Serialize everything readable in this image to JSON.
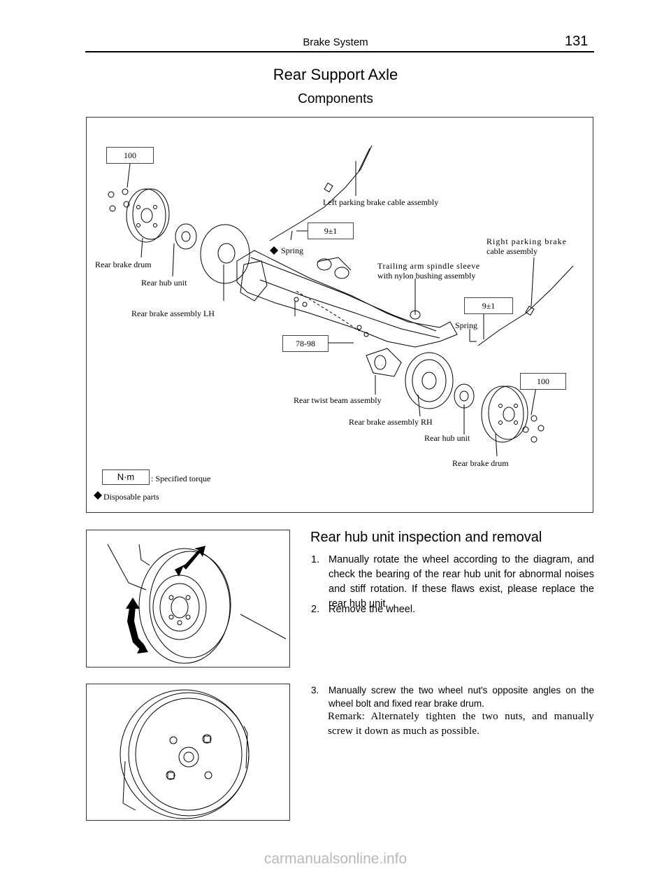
{
  "header": {
    "section": "Brake System",
    "page_number": "131"
  },
  "title": "Rear Support Axle",
  "subtitle": "Components",
  "diagram": {
    "labels": {
      "torque_100_top": "100",
      "left_cable": "Left parking brake cable assembly",
      "torque_9_left": "9±1",
      "spring_left": "Spring",
      "right_cable_line1": "Right parking brake",
      "right_cable_line2": "cable assembly",
      "drum_left": "Rear brake drum",
      "trailing_line1": "Trailing arm spindle sleeve",
      "trailing_line2": "with nylon bushing assembly",
      "hub_left": "Rear hub unit",
      "brake_lh": "Rear brake assembly LH",
      "torque_9_right": "9±1",
      "spring_right": "Spring",
      "torque_78": "78-98",
      "torque_100_right": "100",
      "twist_beam": "Rear twist beam assembly",
      "brake_rh": "Rear brake assembly RH",
      "hub_right": "Rear hub unit",
      "drum_right": "Rear brake drum"
    },
    "legend": {
      "unit": "N·m",
      "unit_desc": ": Specified torque",
      "disposable": "Disposable parts",
      "diamond": "◆"
    }
  },
  "section": {
    "title": "Rear hub unit inspection and removal",
    "steps": [
      {
        "num": "1.",
        "text": "Manually rotate the wheel according to the diagram, and check the bearing of the rear hub unit for abnormal noises and stiff rotation. If these flaws exist, please replace the rear hub unit."
      },
      {
        "num": "2.",
        "text": "Remove the wheel."
      },
      {
        "num": "3.",
        "text": "Manually screw the two wheel nut's opposite angles on the wheel bolt and fixed rear brake drum."
      }
    ],
    "remark": "Remark: Alternately tighten the two nuts, and manually screw it down as much as possible."
  },
  "watermark": "carmanualsonline.info"
}
